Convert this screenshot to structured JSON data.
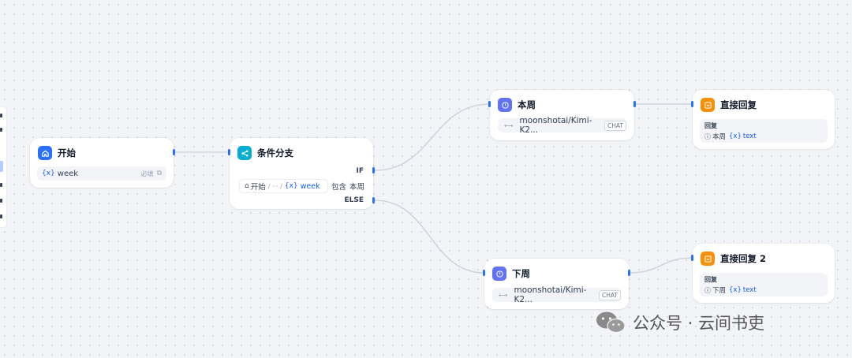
{
  "colors": {
    "start_icon": "#2970ff",
    "branch_icon": "#06aed4",
    "llm_icon": "#6172f3",
    "reply_icon": "#f79009",
    "handle": "#2970ff",
    "variable": "#155eef"
  },
  "nodes": {
    "start": {
      "title": "开始",
      "icon": "home-icon",
      "variable": {
        "chip": "{x}",
        "name": "week",
        "required": "必填"
      }
    },
    "condition": {
      "title": "条件分支",
      "icon": "branch-icon",
      "if_label": "IF",
      "else_label": "ELSE",
      "condition": {
        "source_node": "开始",
        "separator": "/ ··· /",
        "chip": "{x}",
        "variable": "week",
        "operator": "包含",
        "value": "本周"
      }
    },
    "llm_this_week": {
      "title": "本周",
      "icon": "llm-icon",
      "model": "moonshotai/Kimi-K2...",
      "mode": "CHAT"
    },
    "llm_next_week": {
      "title": "下周",
      "icon": "llm-icon",
      "model": "moonshotai/Kimi-K2...",
      "mode": "CHAT"
    },
    "reply_1": {
      "title": "直接回复",
      "icon": "reply-icon",
      "label": "回复",
      "source": "本周",
      "chip": "{x}",
      "var": "text"
    },
    "reply_2": {
      "title": "直接回复 2",
      "icon": "reply-icon",
      "label": "回复",
      "source": "下周",
      "chip": "{x}",
      "var": "text"
    }
  },
  "watermark": {
    "text": "公众号 · 云间书吏",
    "icon": "wechat-icon"
  }
}
